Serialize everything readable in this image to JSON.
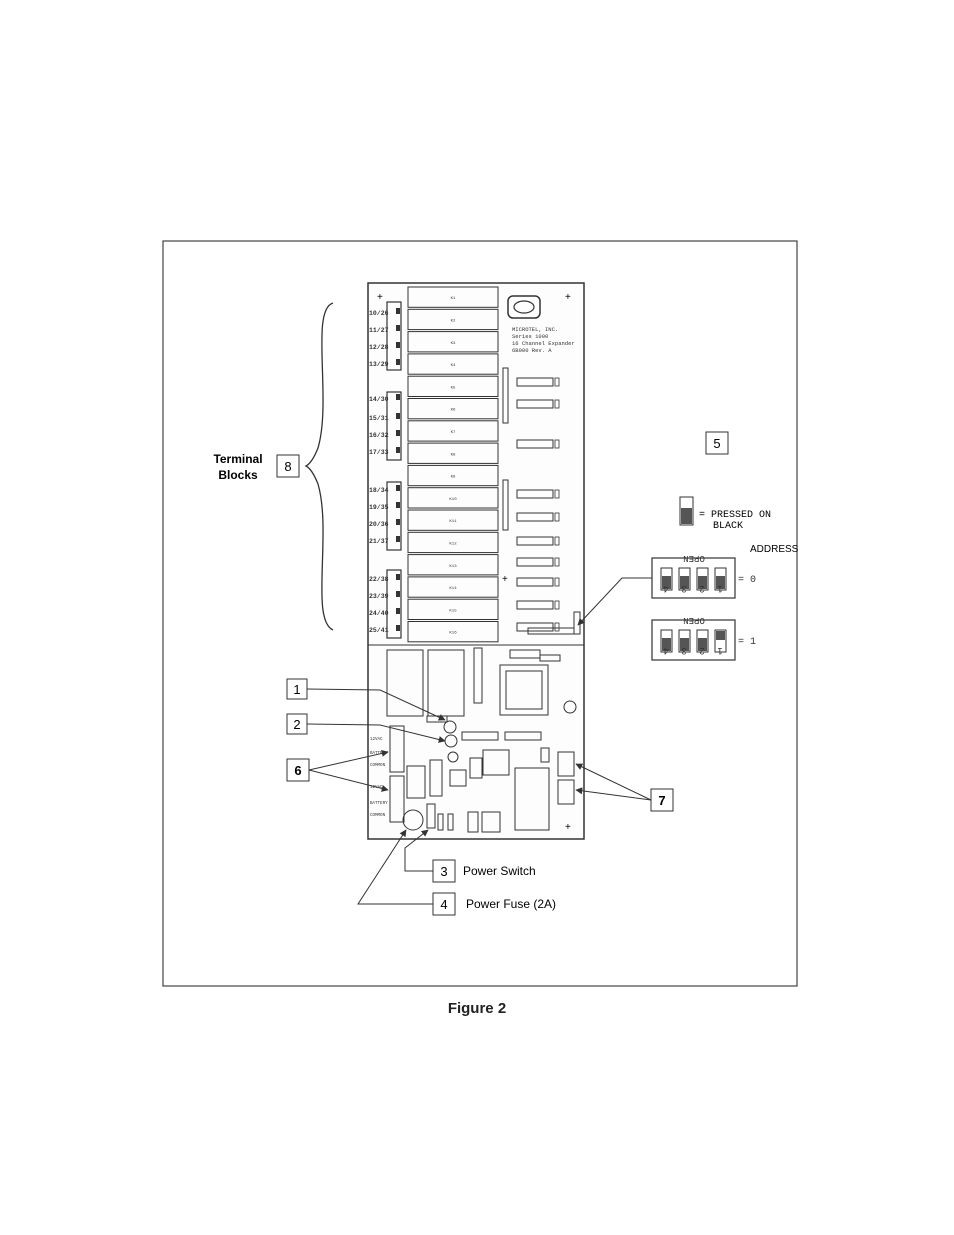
{
  "figure": {
    "caption": "Figure 2"
  },
  "board": {
    "company_lines": [
      "MICROTEL, INC.",
      "Series 1000",
      "16 Channel Expander",
      "6B000   Rev. A"
    ],
    "terminal_labels": [
      "10/26",
      "11/27",
      "12/28",
      "13/29",
      "14/30",
      "15/31",
      "16/32",
      "17/33",
      "18/34",
      "19/35",
      "20/36",
      "21/37",
      "22/38",
      "23/39",
      "24/40",
      "25/41"
    ],
    "relay_labels": [
      "K1",
      "K2",
      "K3",
      "K4",
      "K5",
      "K6",
      "K7",
      "K8",
      "K9",
      "K10",
      "K11",
      "K12",
      "K13",
      "K14",
      "K15",
      "K16"
    ],
    "power_labels": [
      "12VAC",
      "BATTERY",
      "COMMON",
      "12VAC",
      "BATTERY",
      "COMMON"
    ]
  },
  "callouts": {
    "c1": {
      "number": "1"
    },
    "c2": {
      "number": "2"
    },
    "c3": {
      "number": "3",
      "text": "Power Switch"
    },
    "c4": {
      "number": "4",
      "text": "Power Fuse (2A)"
    },
    "c5": {
      "number": "5"
    },
    "c6": {
      "number": "6"
    },
    "c7": {
      "number": "7"
    },
    "c8": {
      "number": "8",
      "text_line1": "Terminal",
      "text_line2": "Blocks"
    }
  },
  "dip": {
    "legend": "= PRESSED ON BLACK",
    "legend_line1": "= PRESSED ON",
    "legend_line2": "BLACK",
    "address_label": "ADDRESS",
    "open_label": "OPEN",
    "switch_numbers": [
      "4",
      "3",
      "2",
      "1"
    ],
    "row0_value": "= 0",
    "row1_value": "= 1"
  }
}
